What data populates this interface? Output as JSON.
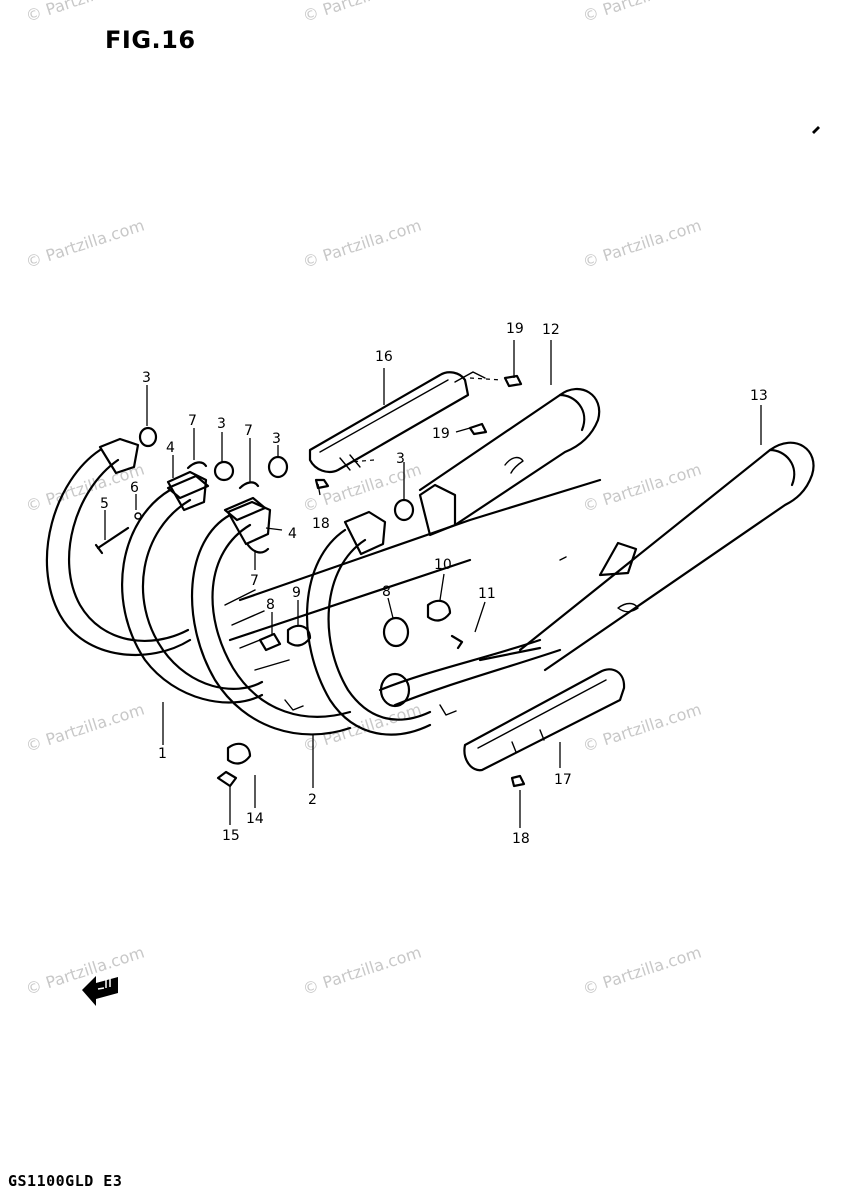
{
  "figure": {
    "title": "FIG.16",
    "model_code": "GS1100GLD E3"
  },
  "watermark": {
    "text": "© Partzilla.com"
  },
  "callouts": [
    {
      "id": "c1",
      "label": "1"
    },
    {
      "id": "c2",
      "label": "2"
    },
    {
      "id": "c3a",
      "label": "3"
    },
    {
      "id": "c3b",
      "label": "3"
    },
    {
      "id": "c3c",
      "label": "3"
    },
    {
      "id": "c3d",
      "label": "3"
    },
    {
      "id": "c4a",
      "label": "4"
    },
    {
      "id": "c4b",
      "label": "4"
    },
    {
      "id": "c5",
      "label": "5"
    },
    {
      "id": "c6",
      "label": "6"
    },
    {
      "id": "c7a",
      "label": "7"
    },
    {
      "id": "c7b",
      "label": "7"
    },
    {
      "id": "c7c",
      "label": "7"
    },
    {
      "id": "c8a",
      "label": "8"
    },
    {
      "id": "c8b",
      "label": "8"
    },
    {
      "id": "c9",
      "label": "9"
    },
    {
      "id": "c10",
      "label": "10"
    },
    {
      "id": "c11",
      "label": "11"
    },
    {
      "id": "c12",
      "label": "12"
    },
    {
      "id": "c13",
      "label": "13"
    },
    {
      "id": "c14",
      "label": "14"
    },
    {
      "id": "c15",
      "label": "15"
    },
    {
      "id": "c16",
      "label": "16"
    },
    {
      "id": "c17",
      "label": "17"
    },
    {
      "id": "c18a",
      "label": "18"
    },
    {
      "id": "c18b",
      "label": "18"
    },
    {
      "id": "c19a",
      "label": "19"
    },
    {
      "id": "c19b",
      "label": "19"
    }
  ]
}
